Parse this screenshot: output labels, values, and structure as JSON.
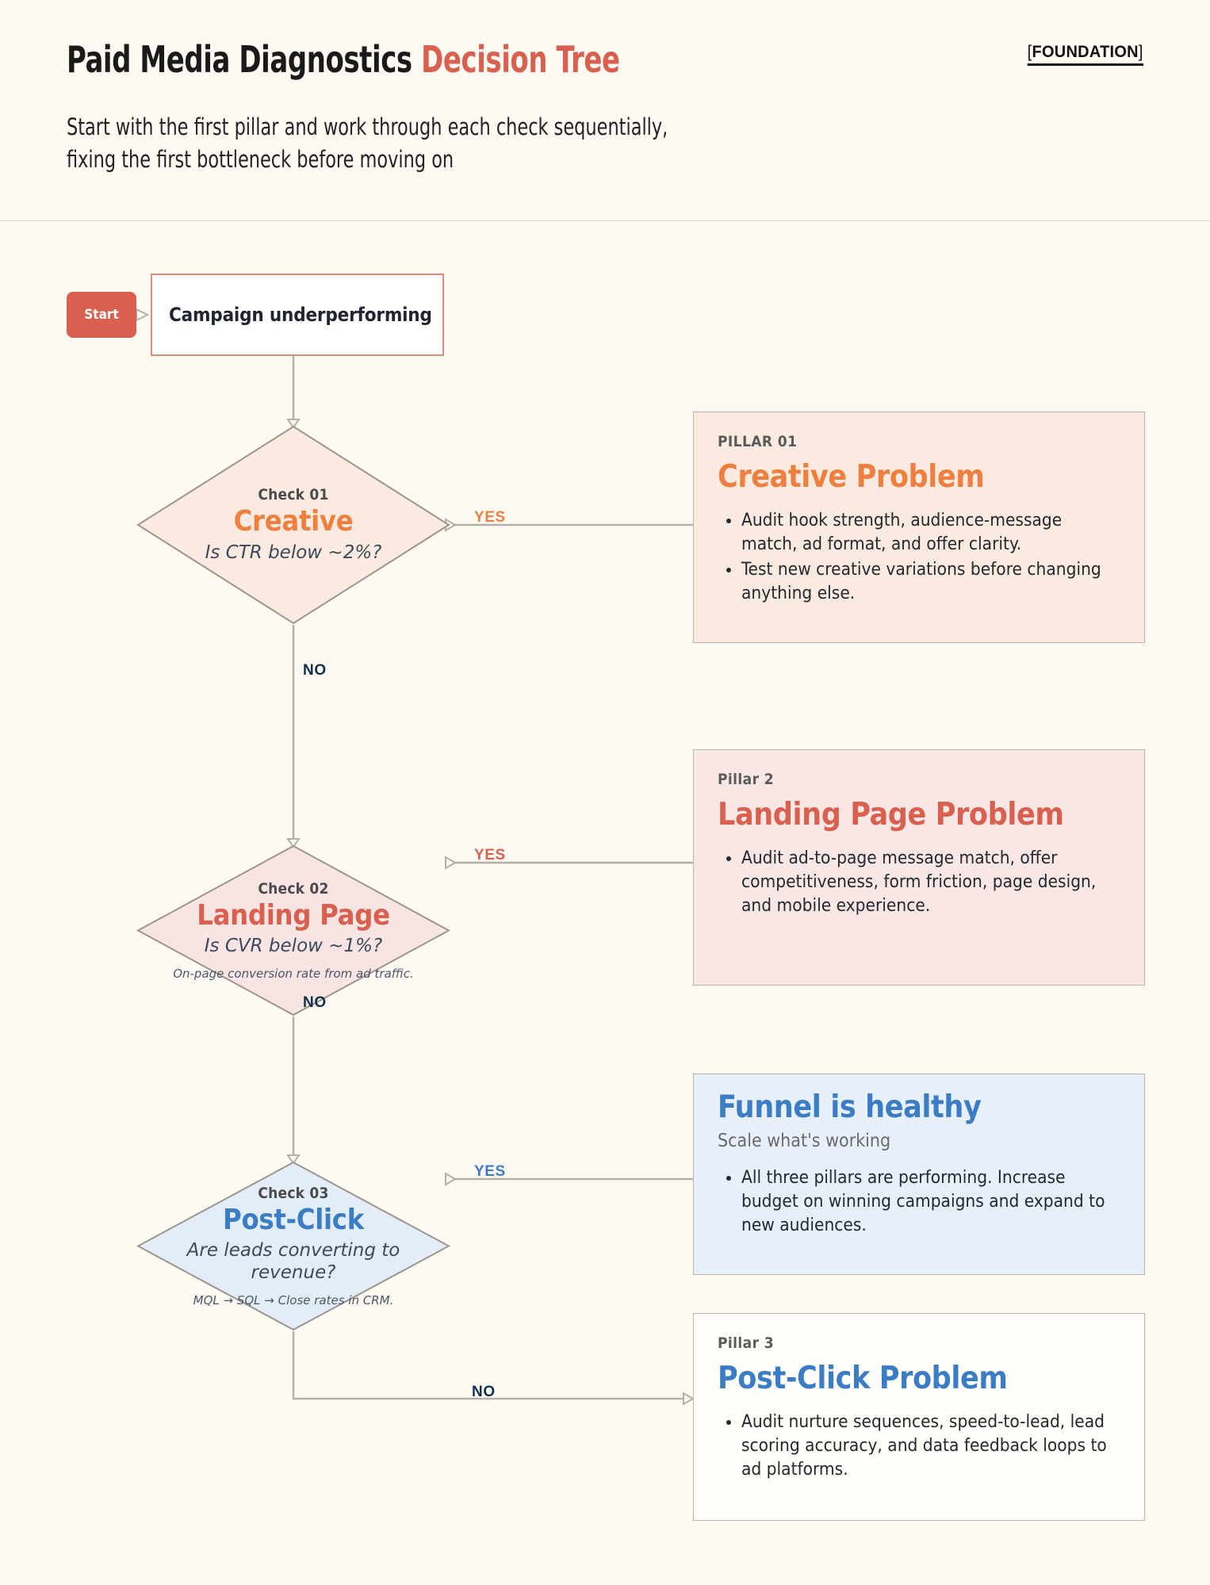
{
  "header": {
    "title_plain": "Paid Media Diagnostics ",
    "title_accent": "Decision Tree",
    "subtitle": "Start with the first pillar and work through each check sequentially, fixing the first bottleneck before moving on",
    "brand": "FOUNDATION",
    "bracket_left": "[",
    "bracket_right": "]"
  },
  "colors": {
    "background": "#fefaf3",
    "red": "#d9604f",
    "orange": "#ef7f3e",
    "blue": "#3b7dc4",
    "navy": "#10304d",
    "wire": "#b5b0a7"
  },
  "start": {
    "label": "Start"
  },
  "root": {
    "label": "Campaign underperforming"
  },
  "checks": [
    {
      "eyebrow": "Check 01",
      "title": "Creative",
      "title_color": "#ef7f3e",
      "question": "Is CTR below ~2%?",
      "note": "",
      "fill": "#fbeae0",
      "stroke": "#9b958c",
      "yes_label": "YES",
      "yes_color": "#ef7f3e",
      "no_label": "NO",
      "no_color": "#10304d"
    },
    {
      "eyebrow": "Check 02",
      "title": "Landing Page",
      "title_color": "#d9604f",
      "question": "Is CVR below ~1%?",
      "note": "On-page conversion rate from ad traffic.",
      "fill": "#f7e4e3",
      "stroke": "#9b958c",
      "yes_label": "YES",
      "yes_color": "#d9604f",
      "no_label": "NO",
      "no_color": "#10304d"
    },
    {
      "eyebrow": "Check 03",
      "title": "Post-Click",
      "title_color": "#3b7dc4",
      "question": "Are leads converting to revenue?",
      "note": "MQL → SQL → Close rates in CRM.",
      "fill": "#e3edf8",
      "stroke": "#9b958c",
      "yes_label": "YES",
      "yes_color": "#3b7dc4",
      "no_label": "NO",
      "no_color": "#10304d"
    }
  ],
  "cards": [
    {
      "eyebrow": "PILLAR 01",
      "title": "Creative Problem",
      "title_color": "#ef7f3e",
      "subtitle": "",
      "bullets": [
        "Audit hook strength, audience-message match, ad format, and offer clarity.",
        "Test new creative variations before changing anything else."
      ],
      "fill": "#fbeae0",
      "stroke": "#b9b4ab"
    },
    {
      "eyebrow": "Pillar 2",
      "title": "Landing Page Problem",
      "title_color": "#d9604f",
      "subtitle": "",
      "bullets": [
        "Audit ad-to-page message match, offer competitiveness, form friction, page design, and mobile experience."
      ],
      "fill": "#f9e7e6",
      "stroke": "#b9b4ab"
    },
    {
      "eyebrow": "",
      "title": "Funnel is healthy",
      "title_color": "#3b7dc4",
      "subtitle": "Scale what's working",
      "bullets": [
        "All three pillars are performing. Increase budget on winning campaigns and expand to new audiences."
      ],
      "fill": "#e7effa",
      "stroke": "#b9b4ab"
    },
    {
      "eyebrow": "Pillar 3",
      "title": "Post-Click Problem",
      "title_color": "#3b7dc4",
      "subtitle": "",
      "bullets": [
        "Audit nurture sequences, speed-to-lead, lead scoring accuracy, and data feedback loops to ad platforms."
      ],
      "fill": "#fffdf8",
      "stroke": "#b9b4ab"
    }
  ]
}
